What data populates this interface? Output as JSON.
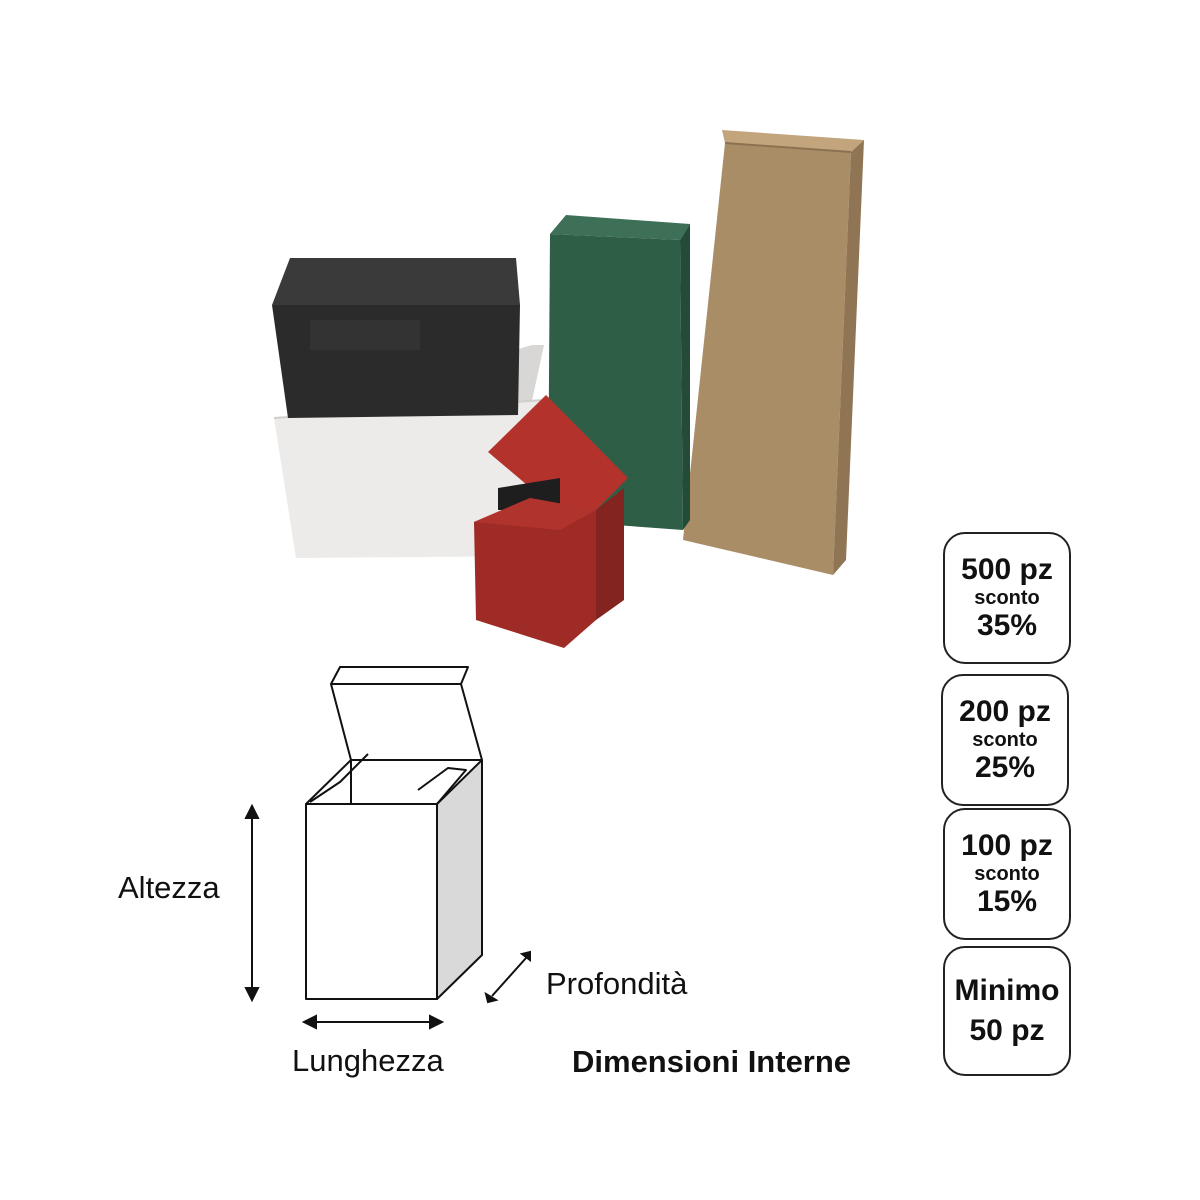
{
  "diagram": {
    "height_label": "Altezza",
    "depth_label": "Profondità",
    "length_label": "Lunghezza",
    "caption": "Dimensioni Interne"
  },
  "discounts": [
    {
      "quantity": "500 pz",
      "word": "sconto",
      "percent": "35%"
    },
    {
      "quantity": "200 pz",
      "word": "sconto",
      "percent": "25%"
    },
    {
      "quantity": "100 pz",
      "word": "sconto",
      "percent": "15%"
    }
  ],
  "minimum": {
    "line1": "Minimo",
    "line2": "50 pz"
  },
  "colors": {
    "black_box": "#2b2b2b",
    "white_box": "#ecebea",
    "green_box": "#2f5e47",
    "kraft_box": "#a98d67",
    "red_box": "#9e2b25"
  }
}
